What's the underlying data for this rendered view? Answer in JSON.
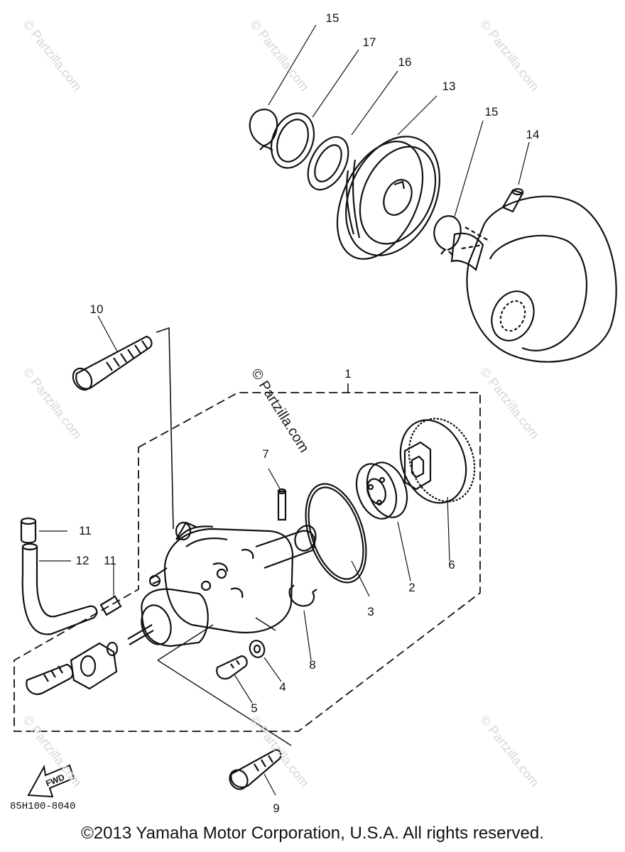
{
  "callouts": [
    "1",
    "2",
    "3",
    "4",
    "5",
    "6",
    "7",
    "8",
    "9",
    "10",
    "11",
    "11",
    "12",
    "13",
    "14",
    "15",
    "15",
    "16",
    "17"
  ],
  "watermark": "© Partzilla.com",
  "arrow_label": "FWD",
  "part_code": "85H100-8040",
  "copyright": "©2013 Yamaha Motor Corporation, U.S.A. All rights reserved."
}
